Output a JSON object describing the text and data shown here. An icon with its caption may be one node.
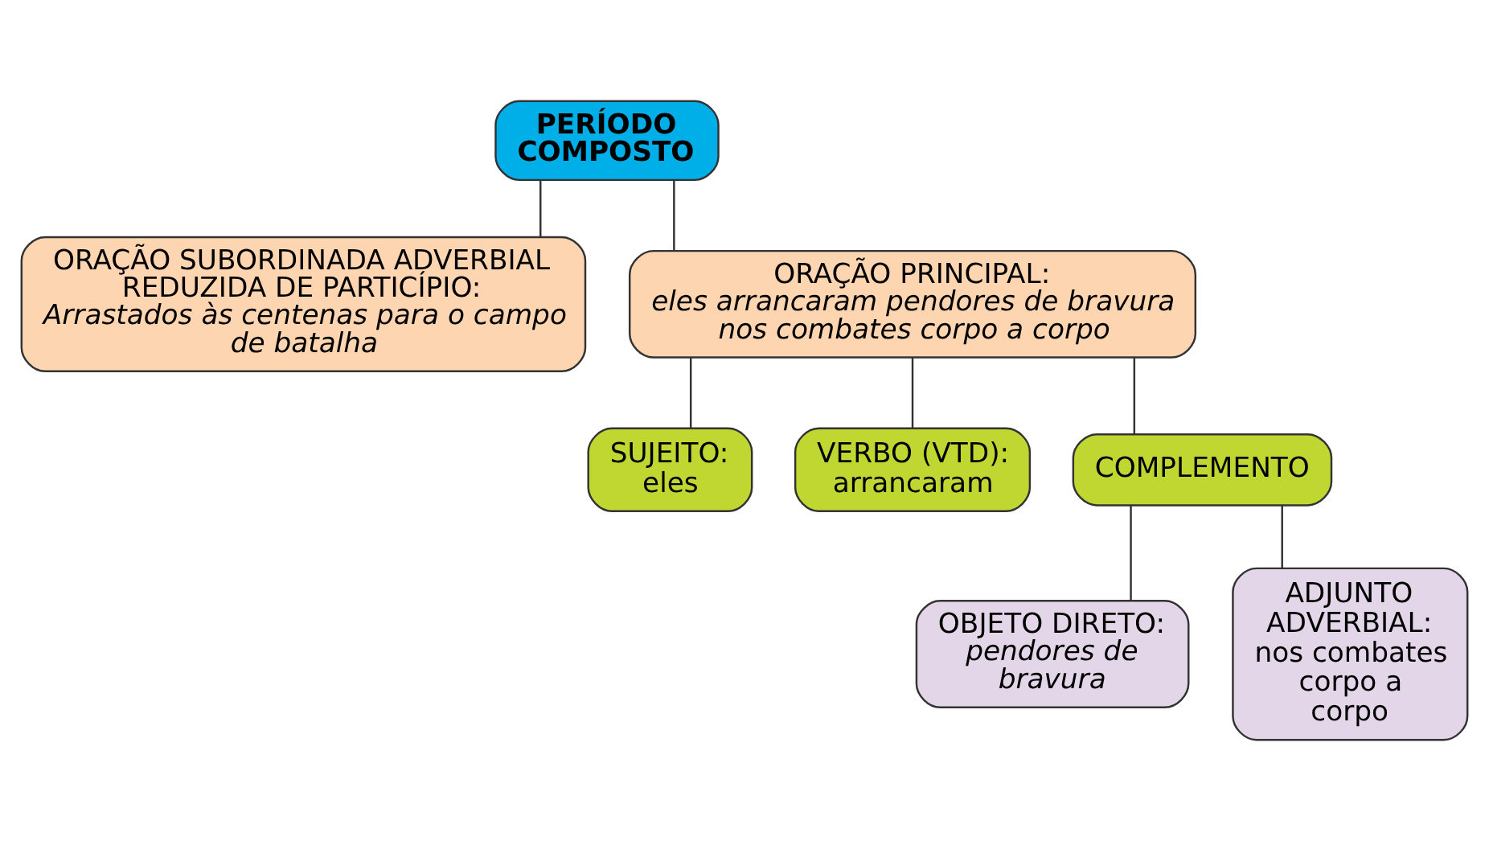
{
  "diagram": {
    "nodes": [
      {
        "text": [
          "PERÍODO COMPOSTO"
        ]
      },
      {
        "text": [
          "ORAÇÃO SUBORDINADA ADVERBIAL REDUZIDA DE PARTICÍPIO:",
          "Arrastados às centenas para o campo de batalha"
        ]
      },
      {
        "text": [
          "ORAÇÃO PRINCIPAL:",
          "eles arrancaram pendores de bravura nos combates corpo a corpo"
        ]
      },
      {
        "text": [
          "SUJEITO:",
          "eles"
        ]
      },
      {
        "text": [
          "VERBO (VTD):",
          "arrancaram"
        ]
      },
      {
        "text": [
          "COMPLEMENTO"
        ]
      },
      {
        "text": [
          "OBJETO DIRETO:",
          "pendores de bravura"
        ]
      },
      {
        "text": [
          "ADJUNTO ADVERBIAL:",
          "nos combates corpo a corpo"
        ]
      }
    ],
    "edges": [
      {
        "from": 0,
        "to": 1,
        "arrow": "none"
      },
      {
        "from": 0,
        "to": 2,
        "arrow": "none"
      },
      {
        "from": 2,
        "to": 3,
        "arrow": "none"
      },
      {
        "from": 2,
        "to": 4,
        "arrow": "none"
      },
      {
        "from": 2,
        "to": 5,
        "arrow": "none"
      },
      {
        "from": 5,
        "to": 6,
        "arrow": "none"
      },
      {
        "from": 5,
        "to": 7,
        "arrow": "none"
      }
    ]
  }
}
